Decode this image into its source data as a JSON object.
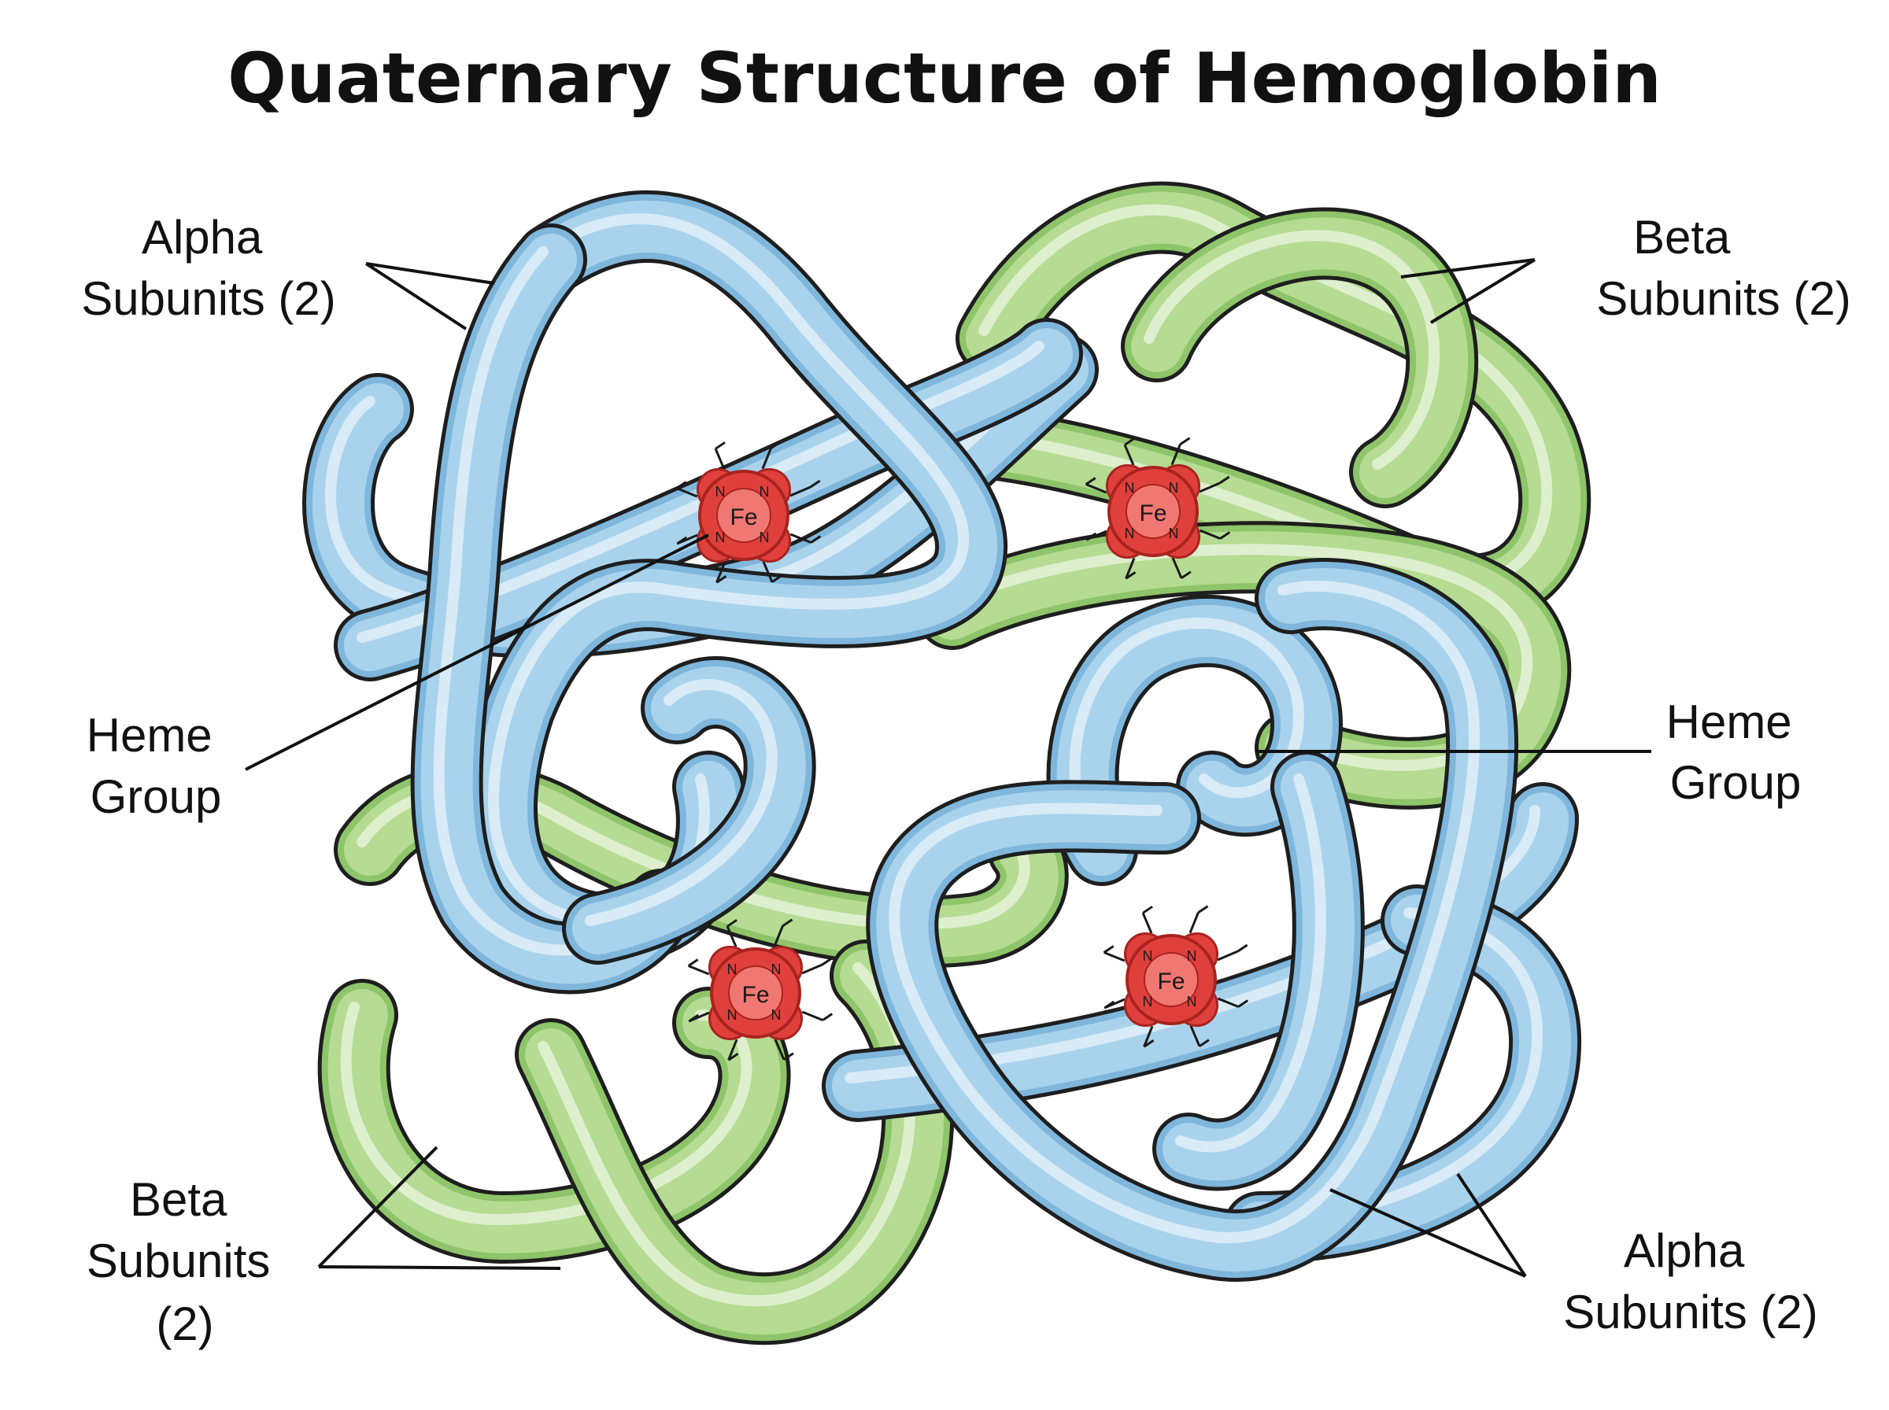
{
  "title": "Quaternary Structure of Hemoglobin",
  "labels": {
    "alpha_top_left": [
      "Alpha",
      "Subunits (2)"
    ],
    "beta_top_right": [
      "Beta",
      "Subunits (2)"
    ],
    "heme_left": [
      "Heme",
      "Group"
    ],
    "heme_right": [
      "Heme",
      "Group"
    ],
    "beta_bottom_left": [
      "Beta",
      "Subunits",
      "(2)"
    ],
    "alpha_bottom_right": [
      "Alpha",
      "Subunits (2)"
    ]
  },
  "heme": {
    "iron_symbol": "Fe",
    "nitrogen_symbol": "N",
    "count": 4
  },
  "colors": {
    "alpha": "#a9d3ec",
    "alpha_shade": "#7fb6dc",
    "beta": "#b5dc92",
    "beta_shade": "#8ec46a",
    "heme": "#e0403c",
    "heme_dark": "#a8231f",
    "outline": "#1e1e1e"
  }
}
